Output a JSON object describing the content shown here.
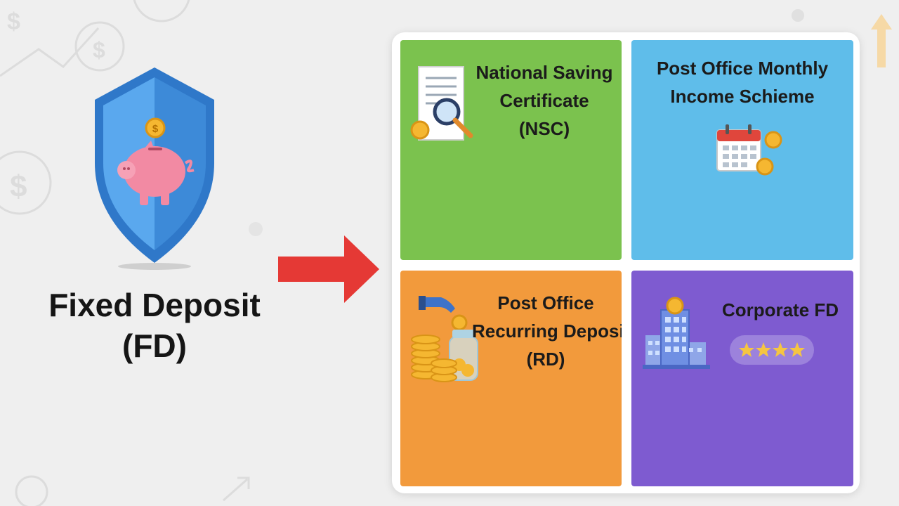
{
  "main": {
    "title_line1": "Fixed Deposit",
    "title_line2": "(FD)"
  },
  "tiles": {
    "nsc": {
      "line1": "National Saving",
      "line2": "Certificate",
      "line3": "(NSC)",
      "color": "#7bc24e"
    },
    "pomis": {
      "line1": "Post Office Monthly",
      "line2": "Income Schieme",
      "color": "#5fbdea"
    },
    "rd": {
      "line1": "Post Office",
      "line2": "Recurring Deposit",
      "line3": "(RD)",
      "color": "#f29a3c"
    },
    "corporate": {
      "line1": "Corporate FD",
      "color": "#7e5bd0"
    }
  },
  "icons": {
    "shield": "shield-piggy-bank-icon",
    "arrow": "right-arrow-icon",
    "nsc": "certificate-magnifier-icon",
    "pomis": "calendar-coins-icon",
    "rd": "hand-coin-jar-icon",
    "corporate": "bank-building-icon",
    "rating": "four-star-rating-icon"
  },
  "colors": {
    "background": "#efefef",
    "arrow": "#e53935",
    "shield": "#3f8fe0",
    "rating_stars": "#f5c542"
  }
}
